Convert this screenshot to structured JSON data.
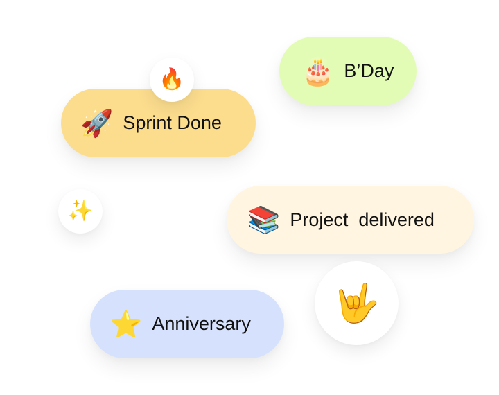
{
  "badges": [
    {
      "id": "sprint-done",
      "label": "Sprint Done",
      "emoji": "🚀",
      "icon": "rocket-icon",
      "color": "#FCDD8E"
    },
    {
      "id": "bday",
      "label": "B’Day",
      "emoji": "🎂",
      "icon": "birthday-cake-icon",
      "color": "#E3FCB5"
    },
    {
      "id": "project-delivered",
      "label": "Project  delivered",
      "emoji": "📚",
      "icon": "books-icon",
      "color": "#FFF5E1"
    },
    {
      "id": "anniversary",
      "label": "Anniversary",
      "emoji": "⭐",
      "icon": "star-icon",
      "color": "#D6E2FD"
    }
  ],
  "reactions": [
    {
      "id": "fire",
      "emoji": "🔥",
      "icon": "fire-icon"
    },
    {
      "id": "sparkles",
      "emoji": "✨",
      "icon": "sparkles-icon"
    },
    {
      "id": "love-you",
      "emoji": "🤟",
      "icon": "love-you-gesture-icon"
    }
  ]
}
